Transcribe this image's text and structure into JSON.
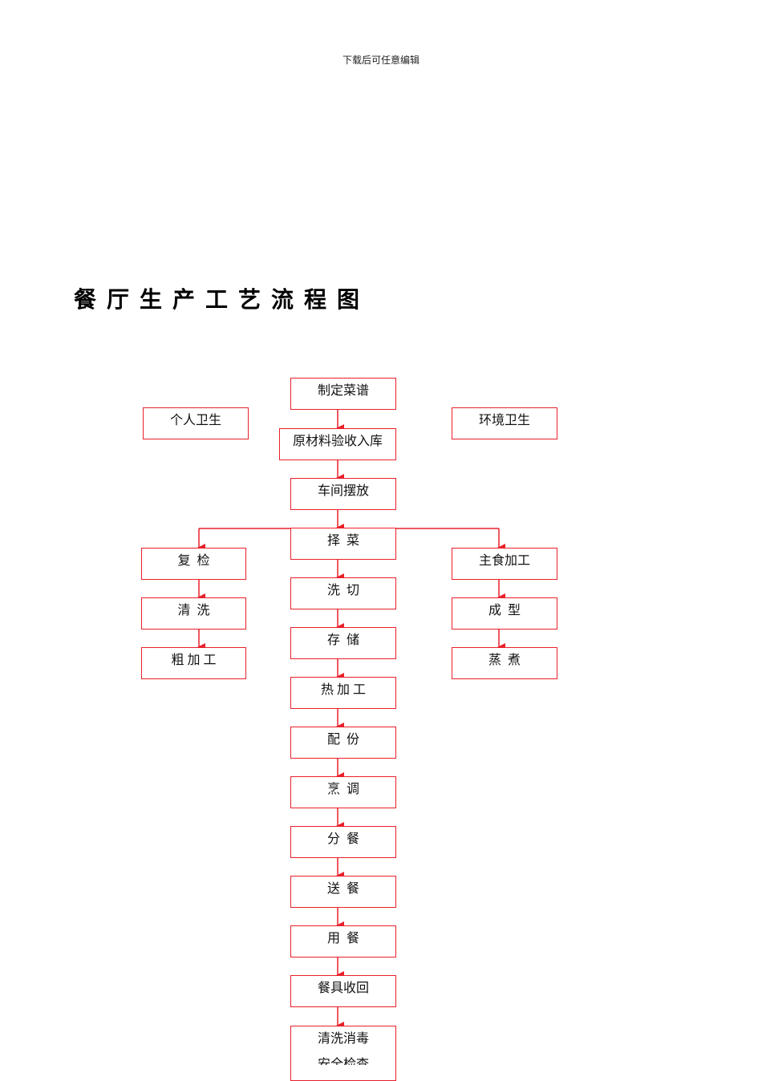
{
  "header_note": "下载后可任意编辑",
  "title": "餐厅生产工艺流程图",
  "colors": {
    "line": "#e8202a",
    "border": "#e8202a"
  },
  "nodes": {
    "menu": "制定菜谱",
    "personal_hygiene": "个人卫生",
    "env_hygiene": "环境卫生",
    "inspection": "原材料验收入库",
    "workshop": "车间摆放",
    "select": "择  菜",
    "recheck": "复  检",
    "staple": "主食加工",
    "wash_cut": "洗  切",
    "clean": "清  洗",
    "forming": "成  型",
    "store": "存  储",
    "rough": "粗 加 工",
    "steam_boil": "蒸  煮",
    "hot_process": "热 加 工",
    "portion": "配  份",
    "cook": "烹  调",
    "divide": "分  餐",
    "deliver": "送  餐",
    "dine": "用  餐",
    "collect": "餐具收回",
    "disinfect": "清洗消毒",
    "safety_check": "安全检查"
  }
}
